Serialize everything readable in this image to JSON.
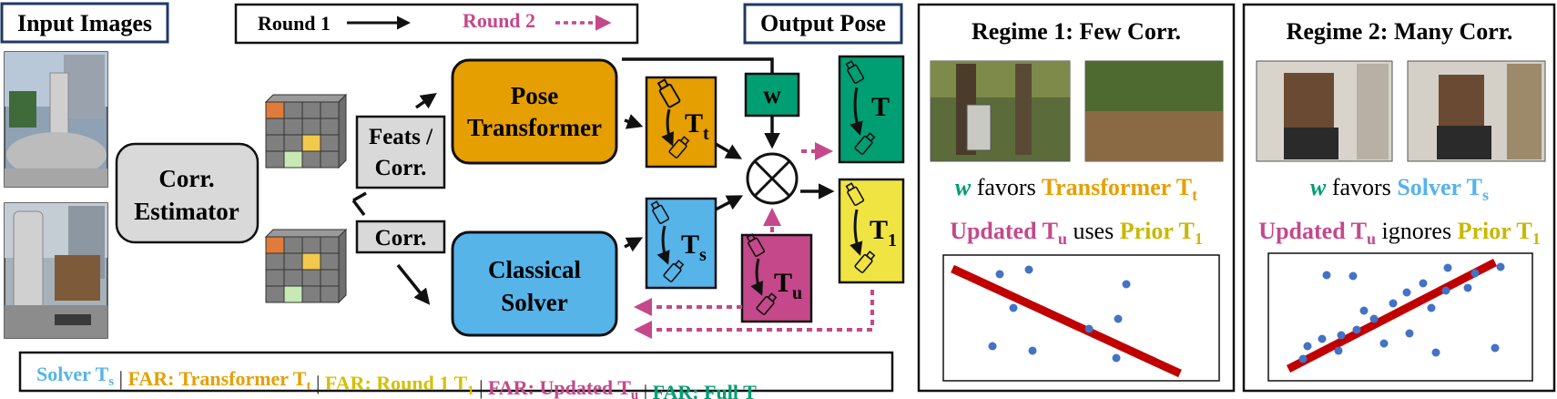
{
  "colors": {
    "solver": "#56b4e9",
    "transformer": "#e69f00",
    "round1": "#f0e442",
    "updated": "#c5488a",
    "full": "#009e73",
    "gray_box": "#d9d9d9",
    "fit_line": "#c00000",
    "points": "#4472c4"
  },
  "header": {
    "input_images": "Input Images",
    "output_pose": "Output Pose",
    "round1_label": "Round 1",
    "round2_label": "Round 2"
  },
  "nodes": {
    "corr_estimator": [
      "Corr.",
      "Estimator"
    ],
    "feats_corr": [
      "Feats /",
      "Corr."
    ],
    "corr": "Corr.",
    "pose_transformer": [
      "Pose",
      "Transformer"
    ],
    "classical_solver": [
      "Classical",
      "Solver"
    ],
    "w": "w",
    "T": "T",
    "T_sub": "",
    "Tt": "T",
    "Tt_sub": "t",
    "Ts": "T",
    "Ts_sub": "s",
    "Tu": "T",
    "Tu_sub": "u",
    "T1": "T",
    "T1_sub": "1"
  },
  "legend": {
    "items": [
      {
        "text": "Solver T",
        "sub": "s",
        "color": "#56b4e9"
      },
      {
        "text": "FAR: Transformer T",
        "sub": "t",
        "color": "#e69f00"
      },
      {
        "text": "FAR: Round 1 T",
        "sub": "1",
        "color": "#d4c000"
      },
      {
        "text": "FAR: Updated T",
        "sub": "u",
        "color": "#c5488a"
      },
      {
        "text": "FAR: Full T",
        "sub": "",
        "color": "#009e73"
      }
    ],
    "separator": "|"
  },
  "regime1": {
    "title": "Regime 1: Few Corr.",
    "line1": {
      "w": "w",
      "favors": "favors",
      "target": "Transformer T",
      "sub": "t"
    },
    "line2": {
      "updated": "Updated T",
      "updated_sub": "u",
      "verb": "uses",
      "prior": "Prior T",
      "prior_sub": "1"
    }
  },
  "regime2": {
    "title": "Regime 2: Many Corr.",
    "line1": {
      "w": "w",
      "favors": "favors",
      "target": "Solver T",
      "sub": "s"
    },
    "line2": {
      "updated": "Updated T",
      "updated_sub": "u",
      "verb": "ignores",
      "prior": "Prior T",
      "prior_sub": "1"
    }
  }
}
